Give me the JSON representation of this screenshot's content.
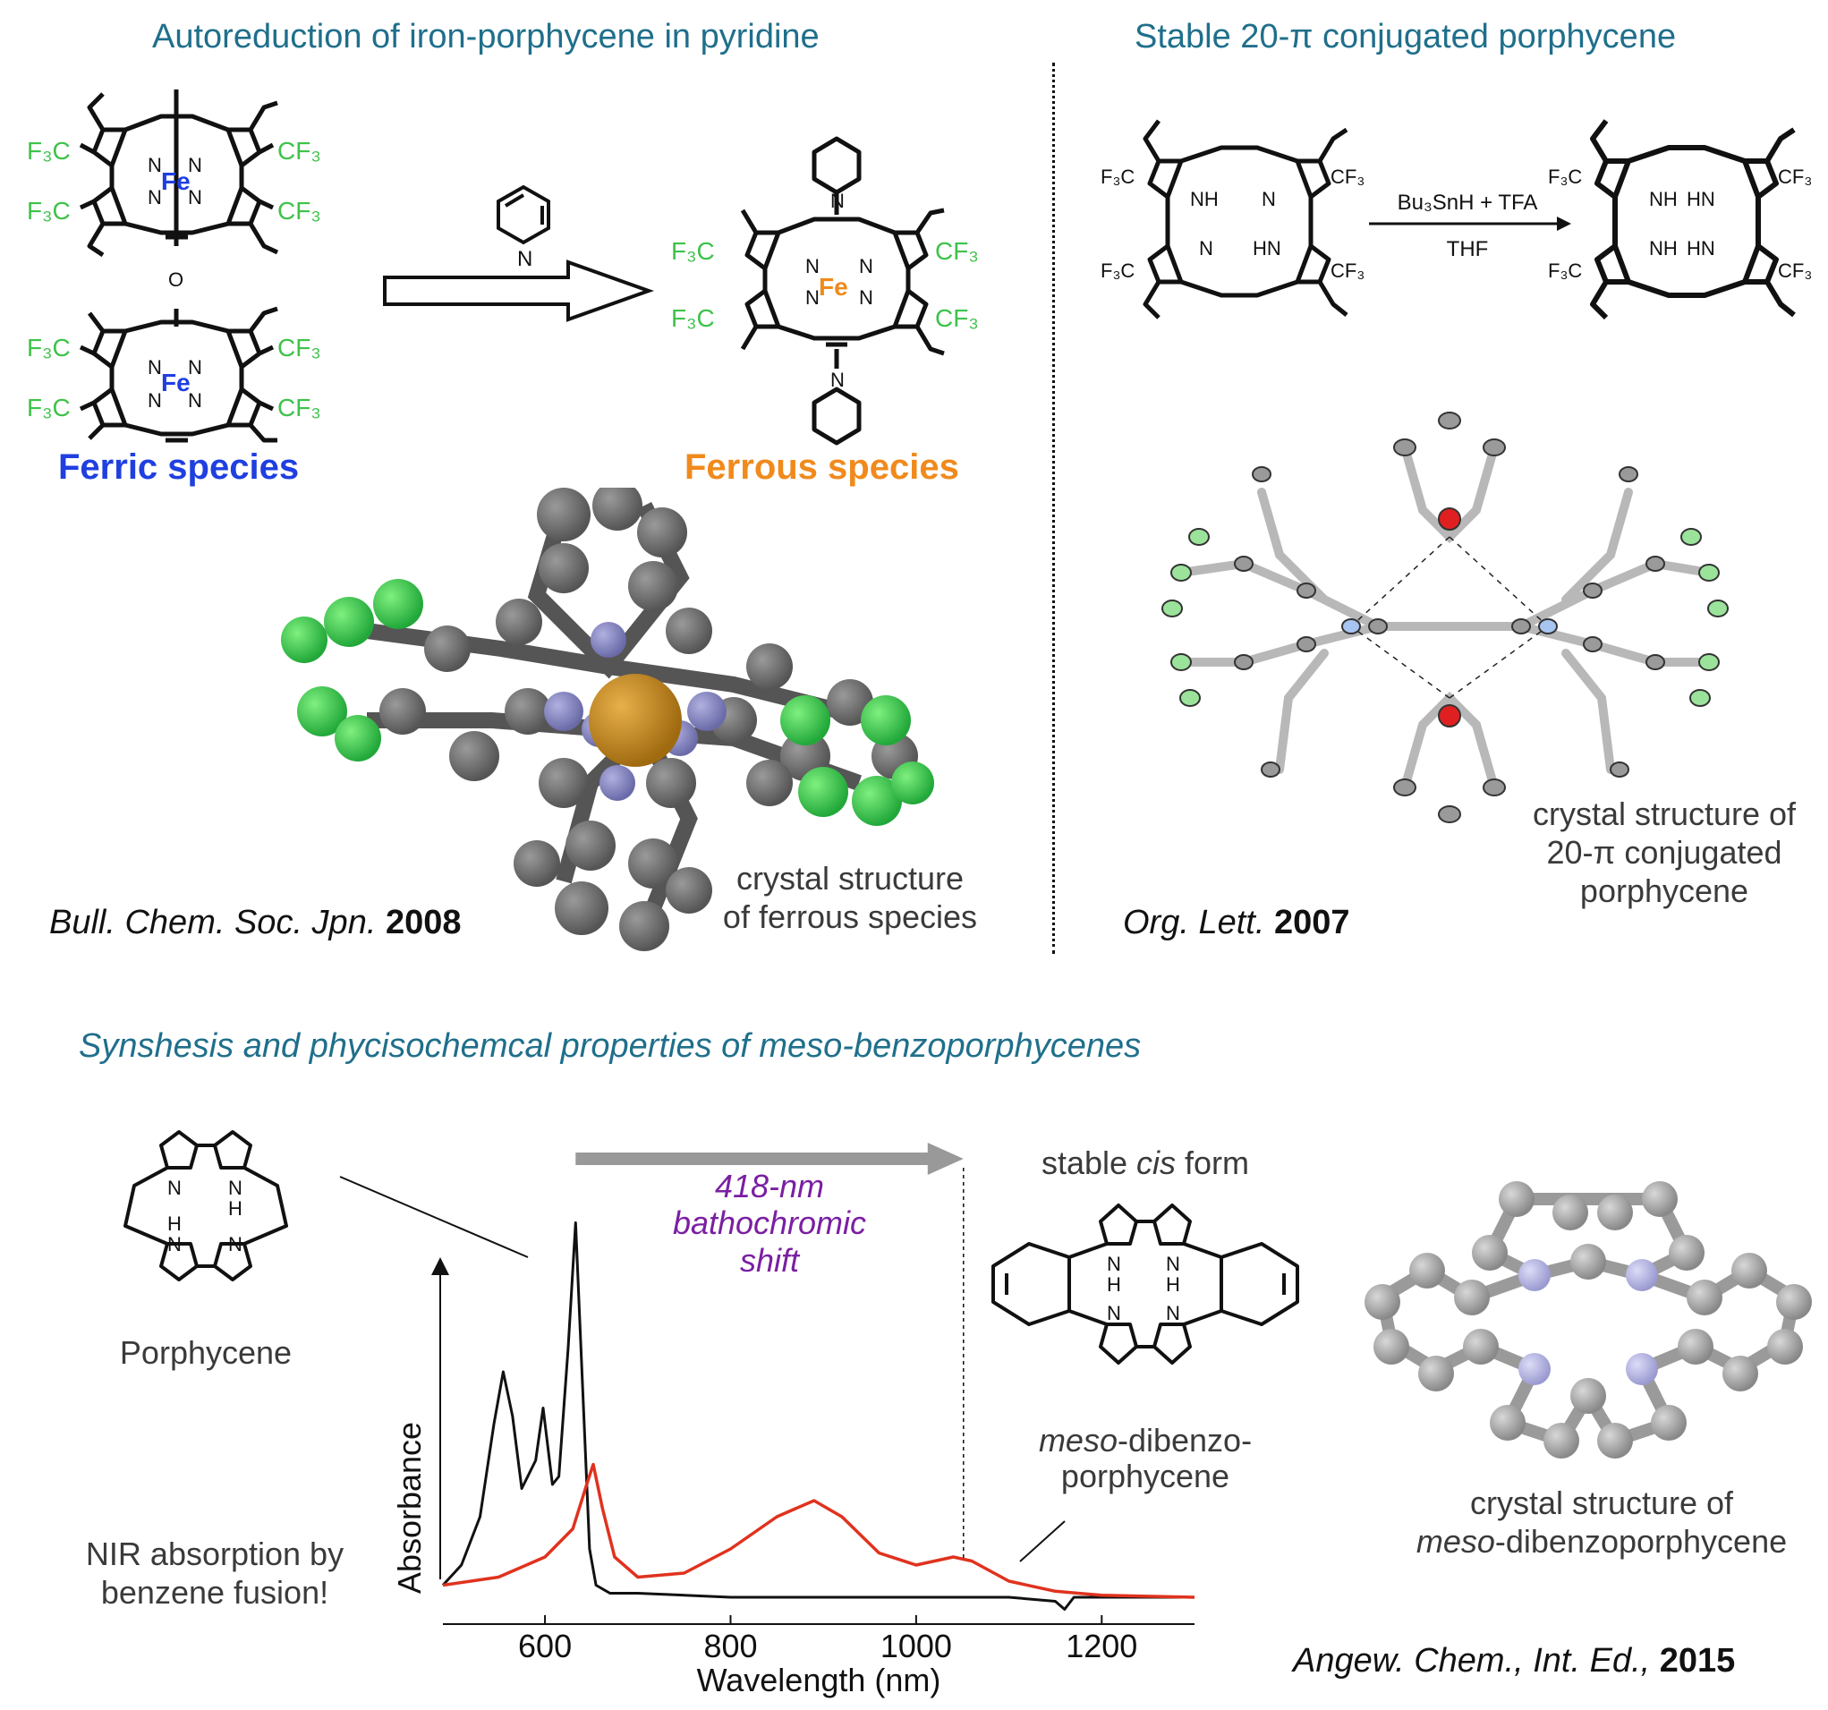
{
  "sections": {
    "autoreduction_title": "Autoreduction of iron-porphycene in pyridine",
    "stable_title": "Stable 20-π conjugated porphycene",
    "benzo_title": "Synshesis and phycisochemcal properties of meso-benzoporphycenes"
  },
  "autoreduction": {
    "ferric_label": "Ferric species",
    "ferrous_label": "Ferrous species",
    "ferric_color": "#1f3fe0",
    "ferrous_color": "#f08a1c",
    "cf3_color": "#3ec24a",
    "fe_ferric_atom": "Fe",
    "fe_ferrous_atom": "Fe",
    "substituent": "CF3",
    "bridge_atom": "O",
    "crystal_caption_line1": "crystal structure",
    "crystal_caption_line2": "of ferrous species",
    "ref_journal": "Bull. Chem. Soc. Jpn.",
    "ref_year": "2008"
  },
  "stable": {
    "reagent_top": "Bu₃SnH + TFA",
    "reagent_bottom": "THF",
    "crystal_caption_line1": "crystal structure of",
    "crystal_caption_line2": "20-π conjugated",
    "crystal_caption_line3": "porphycene",
    "ref_journal": "Org. Lett.",
    "ref_year": "2007"
  },
  "benzo": {
    "porphycene_label": "Porphycene",
    "stable_cis_prefix": "stable ",
    "stable_cis_italic": "cis",
    "stable_cis_suffix": " form",
    "dibenzo_label_italic": "meso",
    "dibenzo_label_rest": "-dibenzo-",
    "dibenzo_label_line2": "porphycene",
    "shift_line1": "418-nm",
    "shift_line2": "bathochromic",
    "shift_line3": "shift",
    "shift_color": "#7a1fa2",
    "nir_line1": "NIR absorption by",
    "nir_line2": "benzene fusion!",
    "crystal_caption_line1": "crystal structure of",
    "crystal_caption_italic": "meso",
    "crystal_caption_rest": "-dibenzoporphycene",
    "ref_journal": "Angew. Chem., Int. Ed.,",
    "ref_year": "2015"
  },
  "chart_data": {
    "type": "line",
    "xlabel": "Wavelength (nm)",
    "ylabel": "Absorbance",
    "xlim": [
      490,
      1300
    ],
    "ylim": [
      0,
      1.0
    ],
    "x_ticks": [
      600,
      800,
      1000,
      1200
    ],
    "series": [
      {
        "color": "#111111",
        "x": [
          490,
          510,
          530,
          545,
          555,
          565,
          575,
          590,
          598,
          608,
          615,
          625,
          633,
          640,
          648,
          655,
          670,
          700,
          800,
          900,
          1000,
          1100,
          1150,
          1160,
          1170,
          1200,
          1300
        ],
        "y": [
          0.03,
          0.08,
          0.2,
          0.43,
          0.56,
          0.45,
          0.27,
          0.34,
          0.47,
          0.28,
          0.3,
          0.62,
          0.93,
          0.55,
          0.12,
          0.03,
          0.01,
          0.01,
          0.0,
          0.0,
          0.0,
          0.0,
          -0.01,
          -0.03,
          0.0,
          0.0,
          0.0
        ]
      },
      {
        "color": "#e0321e",
        "x": [
          490,
          550,
          600,
          630,
          645,
          652,
          662,
          675,
          700,
          750,
          800,
          850,
          890,
          920,
          960,
          1000,
          1040,
          1060,
          1100,
          1150,
          1200,
          1300
        ],
        "y": [
          0.03,
          0.05,
          0.1,
          0.17,
          0.28,
          0.33,
          0.22,
          0.1,
          0.05,
          0.06,
          0.12,
          0.2,
          0.24,
          0.2,
          0.11,
          0.08,
          0.1,
          0.09,
          0.04,
          0.015,
          0.005,
          0.0
        ]
      }
    ],
    "annotation": {
      "from_x": 633,
      "to_x": 1051
    }
  }
}
